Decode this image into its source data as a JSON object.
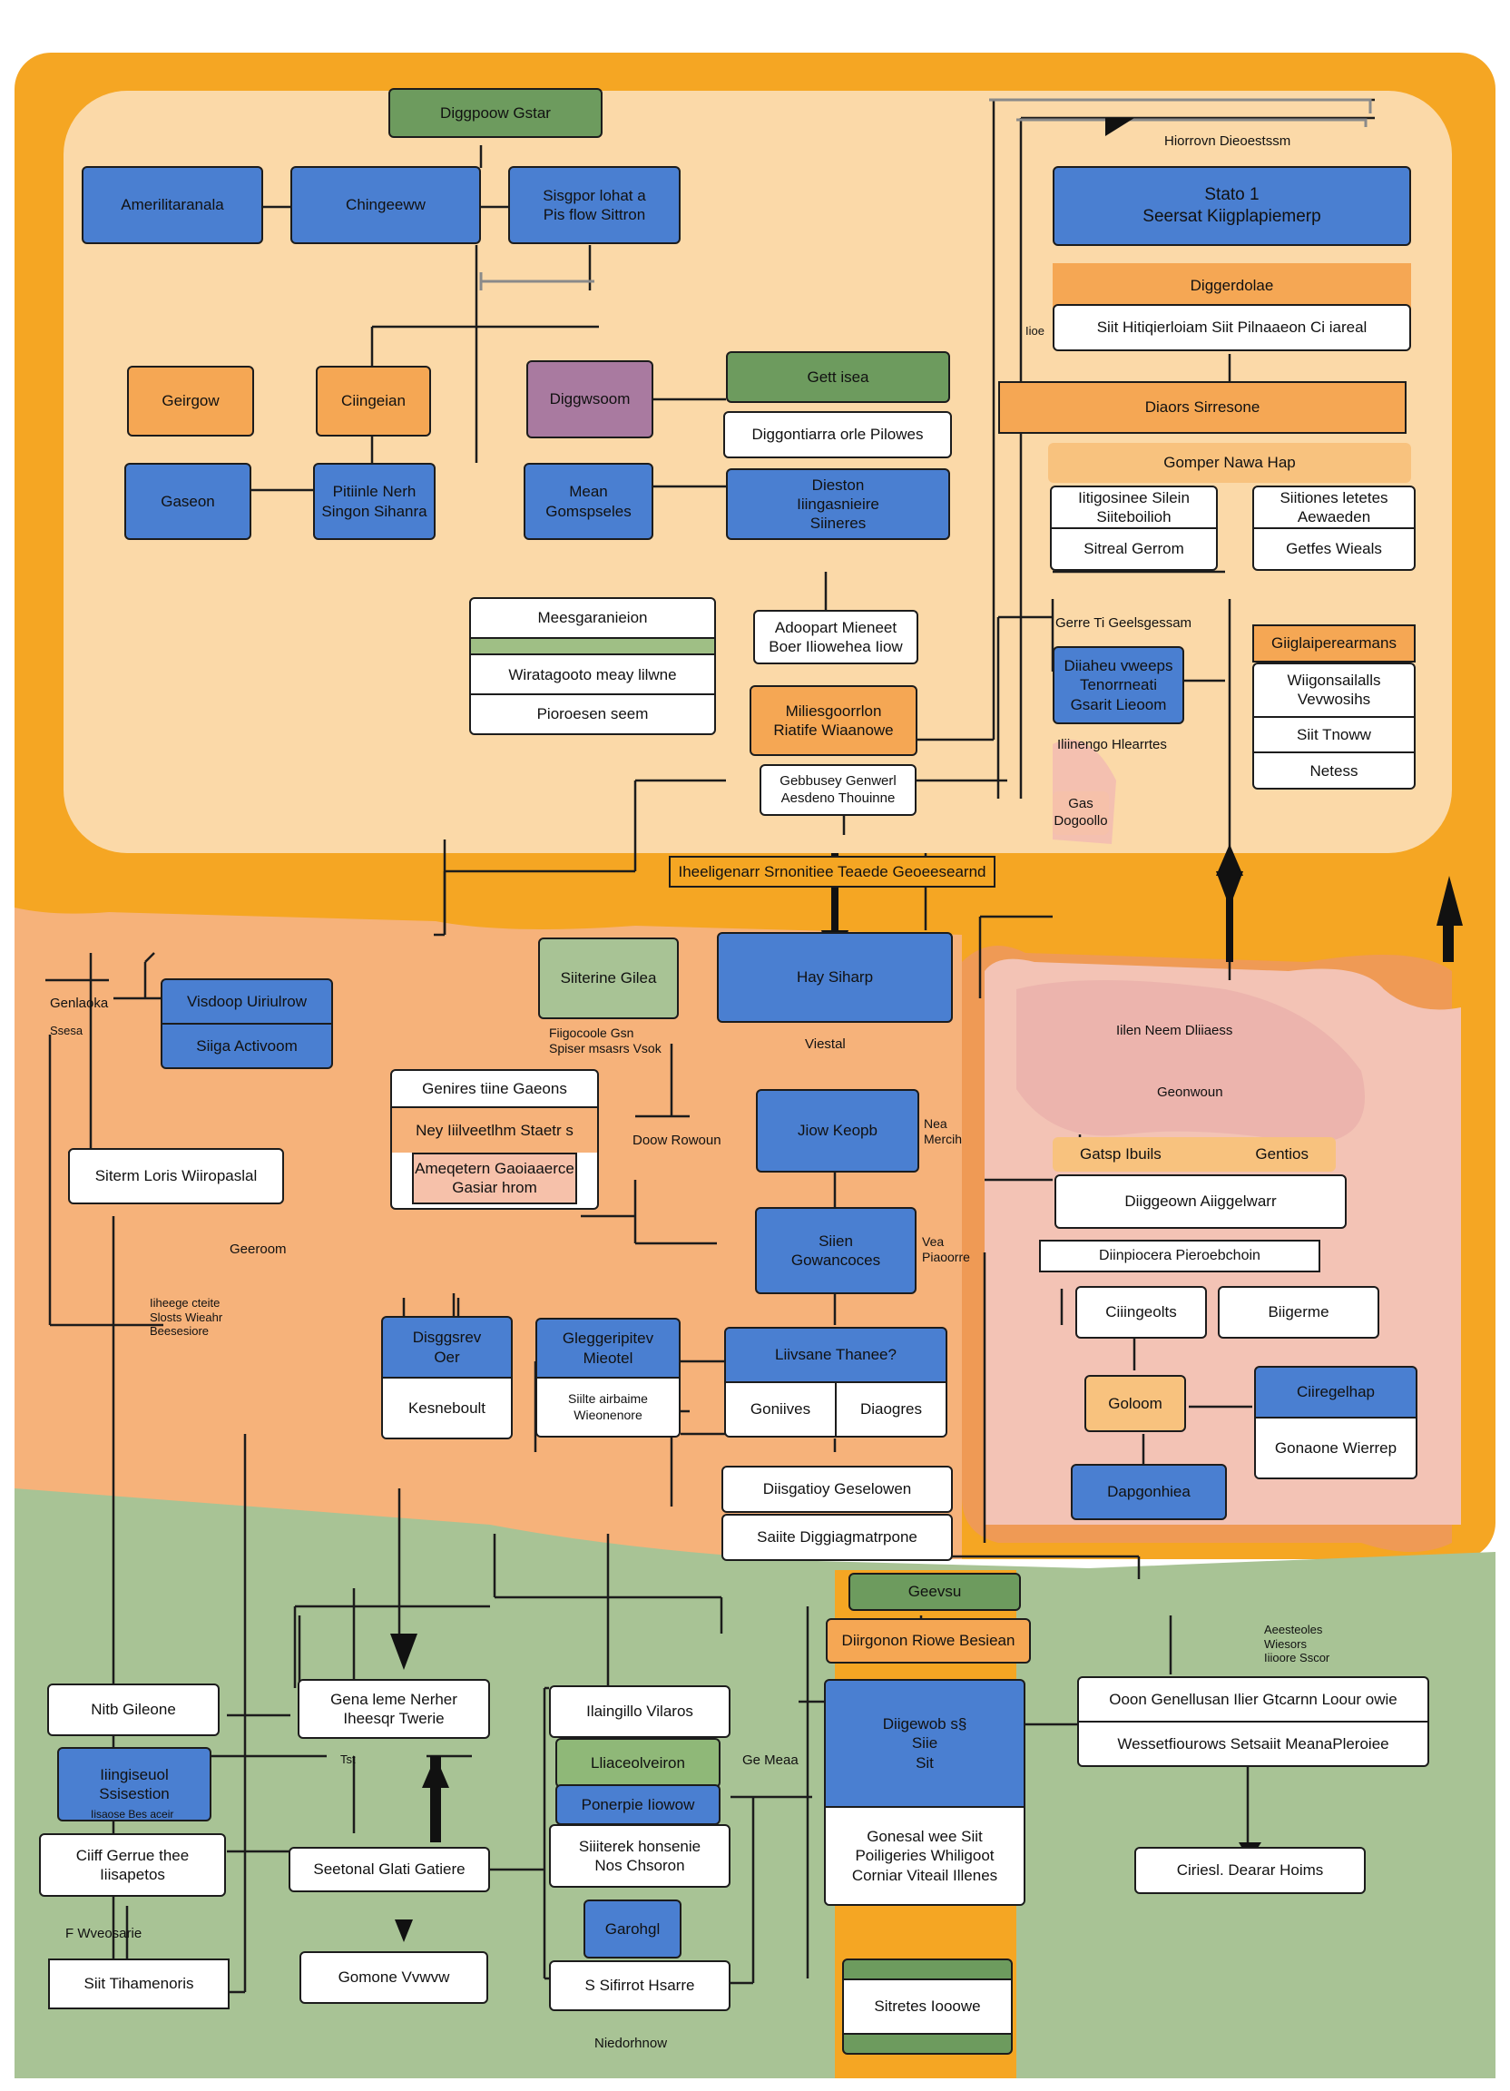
{
  "colors": {
    "orange_frame": "#f5a623",
    "cream_panel": "#fbd9a8",
    "peach_region": "#f6b27a",
    "pink_region": "#f3c3b5",
    "green_region": "#a8c395",
    "node_blue": "#4a7fd1",
    "node_orange": "#f5a754",
    "node_green": "#6d9b5e",
    "node_purple": "#a97aa0"
  },
  "nodes": {
    "n1": "Diggpoow Gstar",
    "n2": "Amerilitaranala",
    "n3": "Chingeeww",
    "n4": "Sisgpor lohat a\nPis flow Sittron",
    "n5": "Stato 1\nSeersat Kiigplapiemerp",
    "n6": "Diggerdolae",
    "n7": "Siit Hitiqierloiam  Siit Pilnaaeon Ci iareal",
    "n8": "Diaors Sirresone",
    "n9": "Geirgow",
    "n10": "Ciingeian",
    "n11": "Diggwsoom",
    "n12": "Gett isea",
    "n13": "Diggontiarra orle Pilowes",
    "n14": "Gaseon",
    "n15": "Pitiinle Nerh\nSingon Sihanra",
    "n16": "Mean\nGomspseles",
    "n17": "Dieston\nIiingasnieire\nSiineres",
    "n18": "Gomper Nawa Hap",
    "n19a": "Iitigosinee Silein\nSiiteboilioh",
    "n19b": "Sitreal Gerrom",
    "n20a": "Siitiones letetes\nAewaeden",
    "n20b": "Getfes Wieals",
    "n21a": "Meesgaranieion",
    "n21b": "Wiratagooto meay lilwne",
    "n21c": "Pioroesen seem",
    "n22": "Adoopart Mieneet\nBoer Iliowehea Iiow",
    "n23": "Miliesgoorrlon\nRiatife Wiaanowe",
    "n24": "Gebbusey Genwerl\nAesdeno Thouinne",
    "n25": "Diiaheu vweeps\nTenorrneati\nGsarit Lieoom",
    "n26": "Iliinengo Hlearrtes",
    "n27": "Gas\nDogoollo",
    "n28": "Giiglaiperearmans",
    "n29a": "Wiigonsailalls\nVevwosihs",
    "n29b": "Siit Tnoww",
    "n29c": "Netess",
    "n30": "Iheeligenarr Srnonitiee Teaede Geoeesearnd",
    "n31": "Siiterine Gilea",
    "n32": "Hay Siharp",
    "n33a": "Visdoop Uiriulrow",
    "n33b": "Siiga Activoom",
    "n34": "Siterm Loris Wiiropaslal",
    "n35a": "Genires tiine Gaeons",
    "n35b": "Ney Iiilveetlhm Staetr s",
    "n35c": "Ameqetern Gaoiaaerce\nGasiar hrom",
    "n36": "Jiow Keopb",
    "n37": "Siien\nGowancoces",
    "n38": "Gatsp Ibuils",
    "n39": "Diiggeown Aiiggelwarr",
    "n40": "Diinpiocera Pieroebchoin",
    "n41": "Ciiingeolts",
    "n42": "Biigerme",
    "n43": "Goloom",
    "n44a": "Ciiregelhap",
    "n44b": "Gonaone Wierrep",
    "n45": "Dapgonhiea",
    "n46a": "Disggsrev\nOer",
    "n46b": "Kesneboult",
    "n47a": "Gleggeripitev\nMieotel",
    "n47b": "Siilte airbaime\nWieonenore",
    "n48": "Liivsane Thanee?",
    "n48a": "Goniives",
    "n48b": "Diaogres",
    "n49": "Diisgatioy Geselowen",
    "n50": "Saiite Diggiagmatrpone",
    "n51": "Geevsu",
    "n52": "Diirgonon Riowe Besiean",
    "n53": "Nitb Gileone",
    "n54": "Gena leme Nerher\nIheesqr Twerie",
    "n55": "Ilaingillo Vilaros",
    "n56a": "Iiingiseuol\nSsisestion",
    "n56b": "Lliaceolveiron",
    "n57": "Ponerpie Iiowow",
    "n58": "Siiiterek honsenie\nNos Chsoron",
    "n59a": "Diigewob s§\nSiie\nSit",
    "n59b": "Gonesal wee Siit\nPoiligeries Whiligoot\nCorniar Viteail Illenes",
    "n60a": "Ooon Genellusan Ilier Gtcarnn Loour owie",
    "n60b": "Wessetfiourows Setsaiit MeanaPleroiee",
    "n61": "Ciiff Gerrue thee\nIiisapetos",
    "n62": "Seetonal Glati Gatiere",
    "n63": "Garohgl",
    "n64": "Ciriesl. Dearar Hoims",
    "n65": "Siit Tihamenoris",
    "n66": "Gomone Vvwvw",
    "n67": "S Sifirrot Hsarre",
    "n68": "Sitretes Iooowe"
  },
  "labels": {
    "l1": "Hiorrovn Dieoestssm",
    "l2": "Gerre Ti Geelsgessam",
    "l3": "Iilen Neem Dliiaess",
    "l4": "Geonwoun",
    "l5": "Gentios",
    "l6": "Viestal",
    "l7": "Fiigocoole Gsn\nSpiser msasrs Vsok",
    "l8": "Doow Rowoun",
    "l9": "Nea\nMercih",
    "l10": "Vea\nPiaoorre",
    "l11": "Genlaoka",
    "l12": "Ssesa",
    "l13": "Geeroom",
    "l14": "Iiheege cteite\nSlosts Wieahr\nBeesesiore",
    "l15": "Iioe",
    "l16": "Aeesteoles\nWiesors\nIiioore Sscor",
    "l17": "Ge Meaa",
    "l18": "Iisaose Bes aceir",
    "l19": "F Wveosarie",
    "l20": "Niedorhnow",
    "l21": "Tst"
  }
}
